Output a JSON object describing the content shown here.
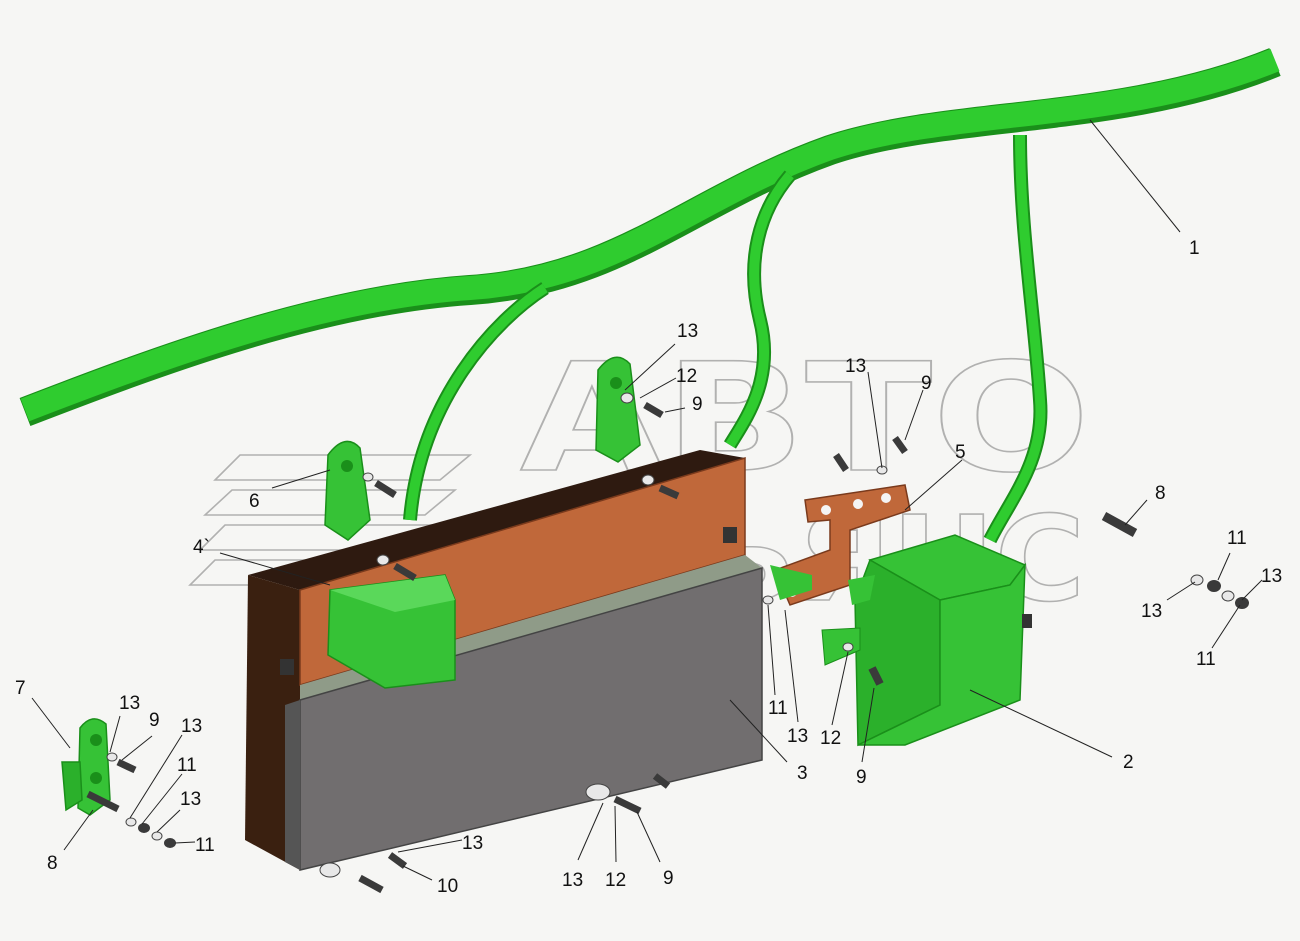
{
  "watermark": {
    "line1": "АВТО",
    "line2": "АЛЬЯНС"
  },
  "colors": {
    "harness": "#2fcc2f",
    "harness_dark": "#1a8f1a",
    "bracket": "#c0683a",
    "bracket_dark": "#7a3a1c",
    "cover": "#716e6f",
    "housing_dark": "#2e1a10",
    "module_green": "#36c236",
    "fastener": "#3a3a3a",
    "washer": "#e8e8e8"
  },
  "callouts": {
    "c1": "1",
    "c2": "2",
    "c3": "3",
    "c4": "4`",
    "c5": "5",
    "c6": "6",
    "c7": "7",
    "c8a": "8",
    "c8b": "8",
    "c9a": "9",
    "c9b": "9",
    "c9c": "9",
    "c9d": "9",
    "c9e": "9",
    "c10": "10",
    "c11a": "11",
    "c11b": "11",
    "c11c": "11",
    "c11d": "11",
    "c11e": "11",
    "c12a": "12",
    "c12b": "12",
    "c12c": "12",
    "c13a": "13",
    "c13b": "13",
    "c13c": "13",
    "c13d": "13",
    "c13e": "13",
    "c13f": "13",
    "c13g": "13",
    "c13h": "13",
    "c13i": "13",
    "c13j": "13"
  }
}
